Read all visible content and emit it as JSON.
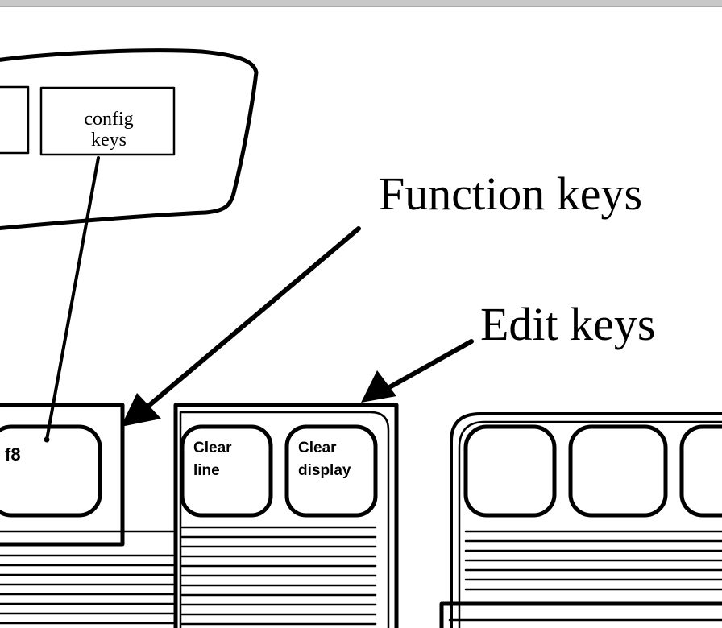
{
  "labels": {
    "config_keys_line1": "config",
    "config_keys_line2": "keys",
    "function_keys": "Function keys",
    "edit_keys": "Edit keys",
    "f8_key": "f8",
    "clear_line_line1": "Clear",
    "clear_line_line2": "line",
    "clear_display_line1": "Clear",
    "clear_display_line2": "display"
  },
  "colors": {
    "ink": "#000000",
    "paper": "#ffffff",
    "scrollbar": "#c8c8c8"
  }
}
